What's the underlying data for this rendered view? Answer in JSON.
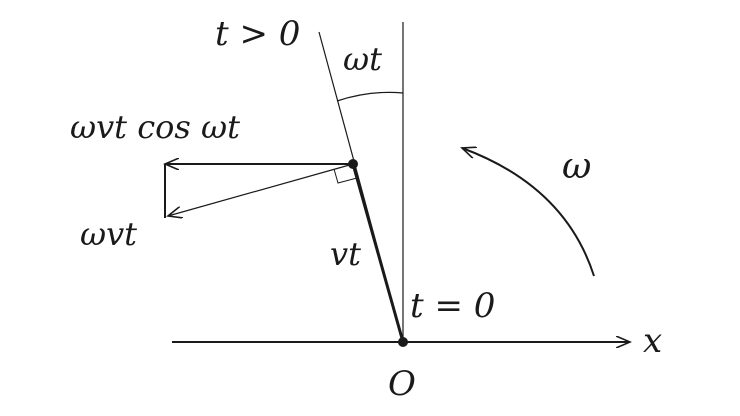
{
  "labels": {
    "t_positive": "t > 0",
    "omega_t": "ωt",
    "omega_v_t_cos": "ωvt cos ωt",
    "omega_v_t": "ωvt",
    "v_t": "vt",
    "t_zero": "t = 0",
    "x_axis": "x",
    "origin": "O",
    "omega": "ω"
  }
}
